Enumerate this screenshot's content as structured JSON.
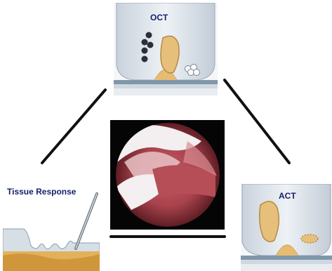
{
  "labels": {
    "oct": "OCT",
    "act": "ACT",
    "tissue_response": "Tissue Response"
  },
  "colors": {
    "bone": "#dfe6ee",
    "bone_shadow": "#b8c2cf",
    "graft": "#e6c07a",
    "graft_stroke": "#b48a44",
    "meniscus": "#9fb6c4",
    "cartilage_band": "#cfd8e0",
    "label_text": "#17206a",
    "connector": "#111111",
    "scope_black": "#050505",
    "tissue_pink": "#b8565c"
  },
  "icons": {
    "oct_panel": "knee-osteochondral-transplant-illustration",
    "act_panel": "knee-chondrocyte-implant-illustration",
    "tissue_panel": "cartilage-probe-illustration",
    "center_photo": "arthroscopy-photo"
  }
}
